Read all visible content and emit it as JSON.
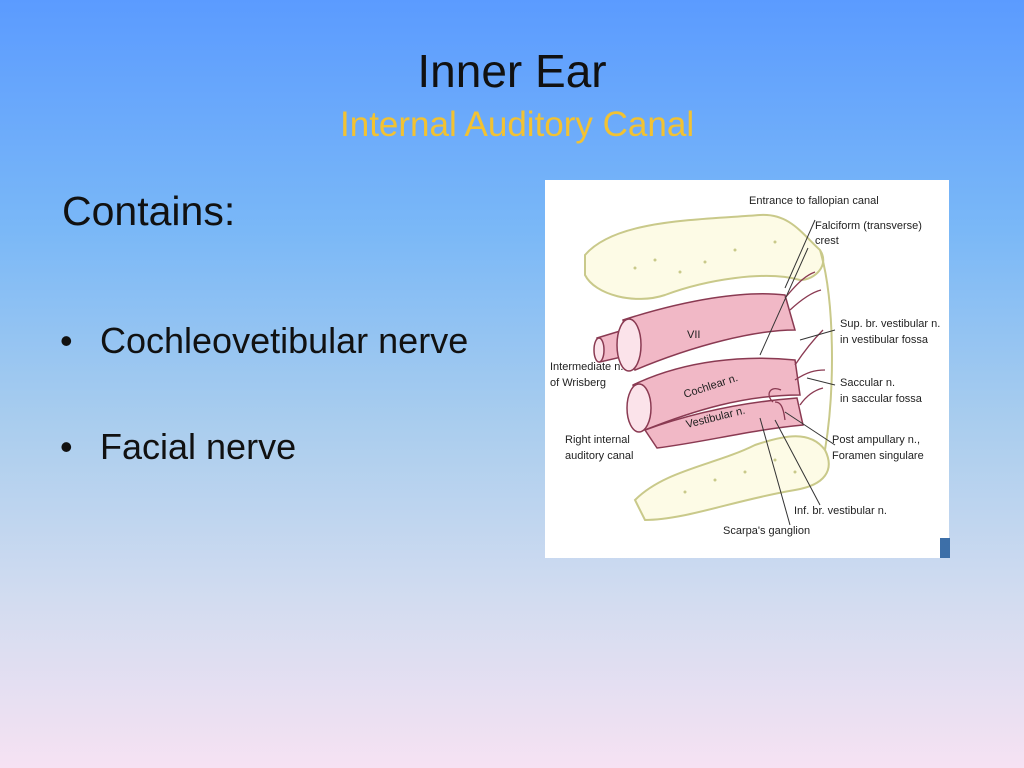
{
  "slide": {
    "title": "Inner Ear",
    "subtitle": "Internal Auditory Canal",
    "contains_label": "Contains:",
    "bullet_char": "•",
    "bullets": [
      "Cochleovetibular nerve",
      "Facial nerve"
    ]
  },
  "figure": {
    "labels": {
      "entrance": "Entrance to fallopian canal",
      "falciform_1": "Falciform (transverse)",
      "falciform_2": "crest",
      "sup_br_1": "Sup. br. vestibular n.",
      "sup_br_2": "in vestibular fossa",
      "intermediate_1": "Intermediate n.",
      "intermediate_2": "of Wrisberg",
      "saccular_1": "Saccular n.",
      "saccular_2": "in saccular fossa",
      "right_canal_1": "Right internal",
      "right_canal_2": "auditory canal",
      "post_amp_1": "Post ampullary n.,",
      "post_amp_2": "Foramen singulare",
      "inf_br": "Inf. br. vestibular n.",
      "scarpa": "Scarpa's ganglion",
      "vii": "VII",
      "cochlear": "Cochlear n.",
      "vestibular": "Vestibular n."
    },
    "colors": {
      "bone_fill": "#fdfbe6",
      "bone_stroke": "#c9c98a",
      "nerve_fill": "#f1b8c6",
      "nerve_stroke": "#8a3a52"
    }
  },
  "colors": {
    "title": "#111111",
    "subtitle": "#f2c232",
    "background_top": "#5b9bff",
    "background_bottom": "#f6e2f3"
  }
}
